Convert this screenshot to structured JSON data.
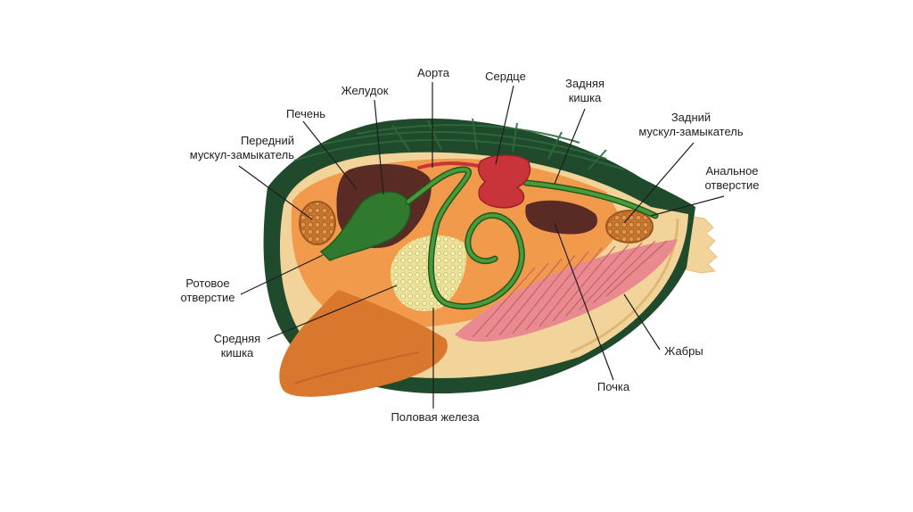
{
  "labels": {
    "aorta": "Аорта",
    "heart": "Сердце",
    "hindgut_1": "Задняя",
    "hindgut_2": "кишка",
    "stomach": "Желудок",
    "liver": "Печень",
    "ant_adductor_1": "Передний",
    "ant_adductor_2": "мускул-замыкатель",
    "post_adductor_1": "Задний",
    "post_adductor_2": "мускул-замыкатель",
    "anus_1": "Анальное",
    "anus_2": "отверстие",
    "mouth_1": "Ротовое",
    "mouth_2": "отверстие",
    "midgut_1": "Средняя",
    "midgut_2": "кишка",
    "gonad": "Половая железа",
    "kidney": "Почка",
    "gills": "Жабры"
  },
  "colors": {
    "shell": "#1f4a2c",
    "mantle": "#f2d49a",
    "body": "#f29a4b",
    "foot": "#d9772f",
    "liver": "#5a2a24",
    "stomach": "#2f7a2f",
    "heart": "#c9333a",
    "gonad": "#ece29a",
    "gills": "#e88a8f",
    "adductor": "#d98a4a",
    "kidney": "#5a2a24",
    "leader": "#1e1e1e"
  }
}
